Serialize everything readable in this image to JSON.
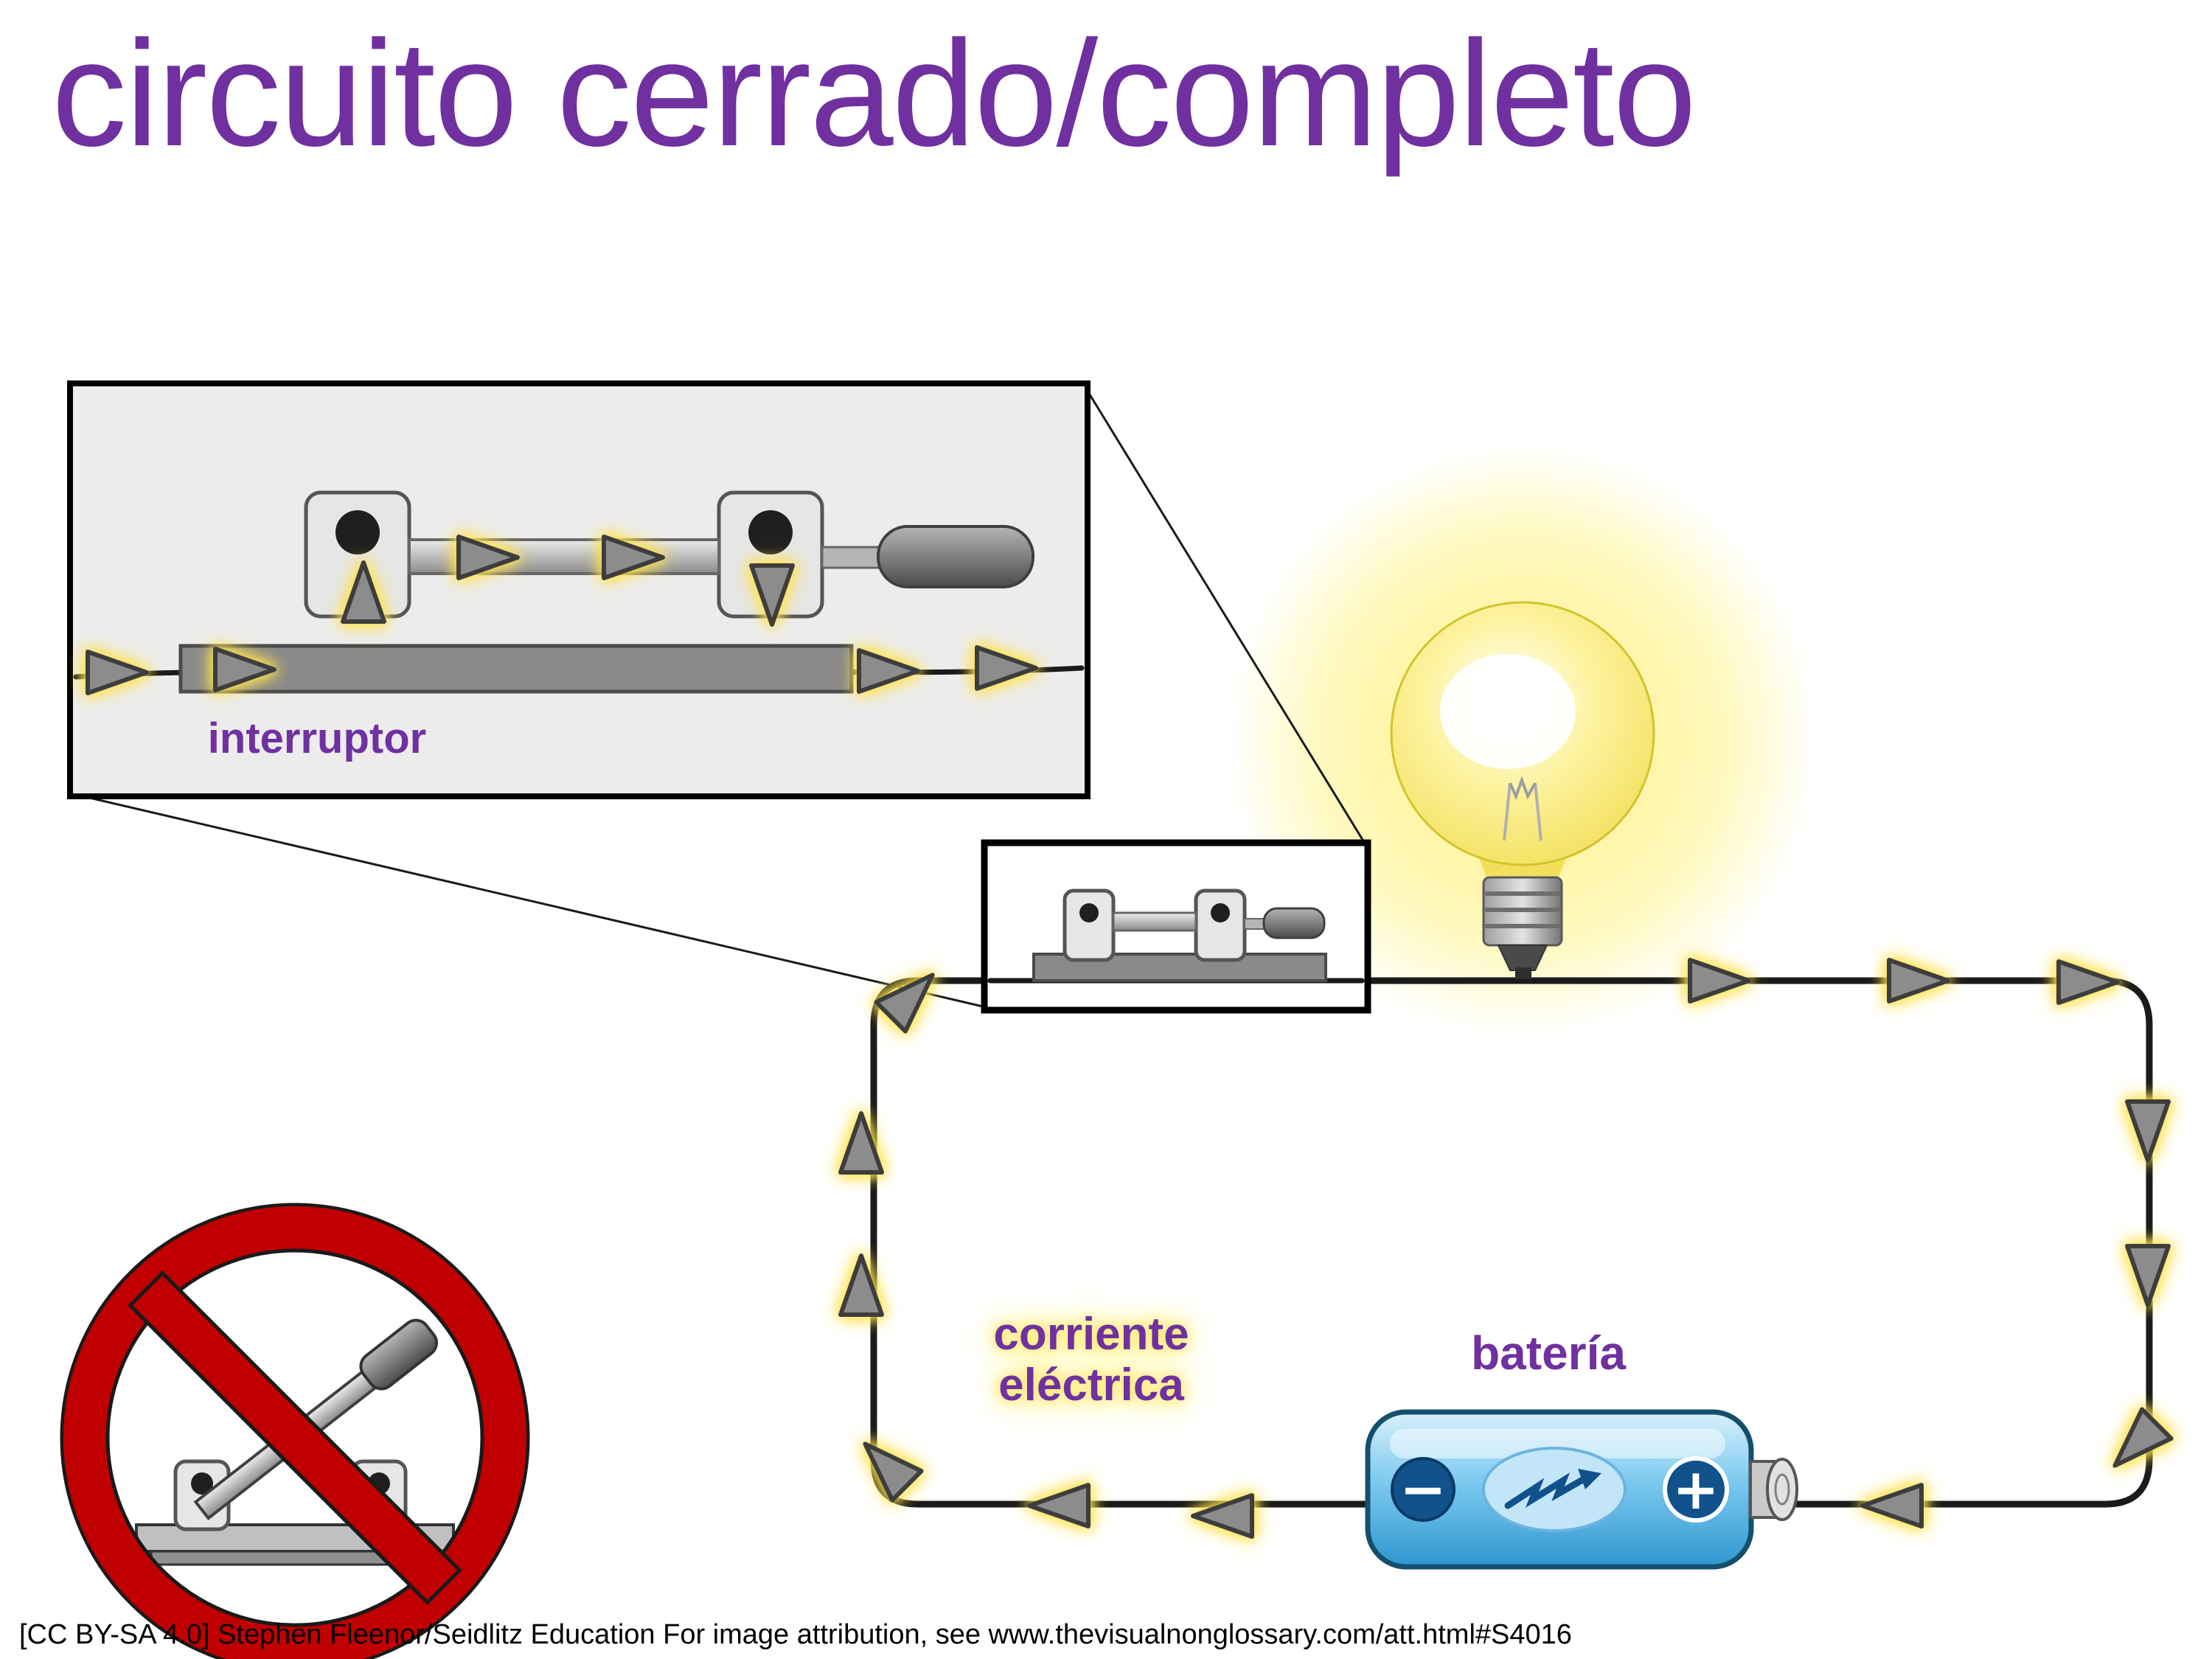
{
  "title": "circuito cerrado/completo",
  "labels": {
    "switch": "interruptor",
    "current_line1": "corriente",
    "current_line2": "eléctrica",
    "battery": "batería"
  },
  "battery_symbols": {
    "minus": "−",
    "plus": "+"
  },
  "footer": {
    "attribution": "[CC BY-SA 4.0] Stephen Fleenor/Seidlitz Education For image attribution, see www.thevisualnonglossary.com/att.html#S4016"
  },
  "icons": {
    "light_bulb": "light-bulb-icon (glowing, lit)",
    "battery": "battery-icon (blue cylinder, minus left, plus right)",
    "closed_switch": "closed-knife-switch-icon",
    "open_switch": "open-knife-switch-icon",
    "prohibition": "no-symbol-icon (red circle with diagonal bar)",
    "current_arrow": "gray triangle arrow with yellow glow"
  },
  "colors": {
    "title_purple": "#7030a0",
    "glow_yellow": "#ffe96b",
    "wire_black": "#1a1a1a",
    "arrow_gray": "#8c8c8c",
    "battery_blue": "#7cc9ef",
    "prohibition_red": "#c00000",
    "inset_panel_gray": "#ececec"
  }
}
